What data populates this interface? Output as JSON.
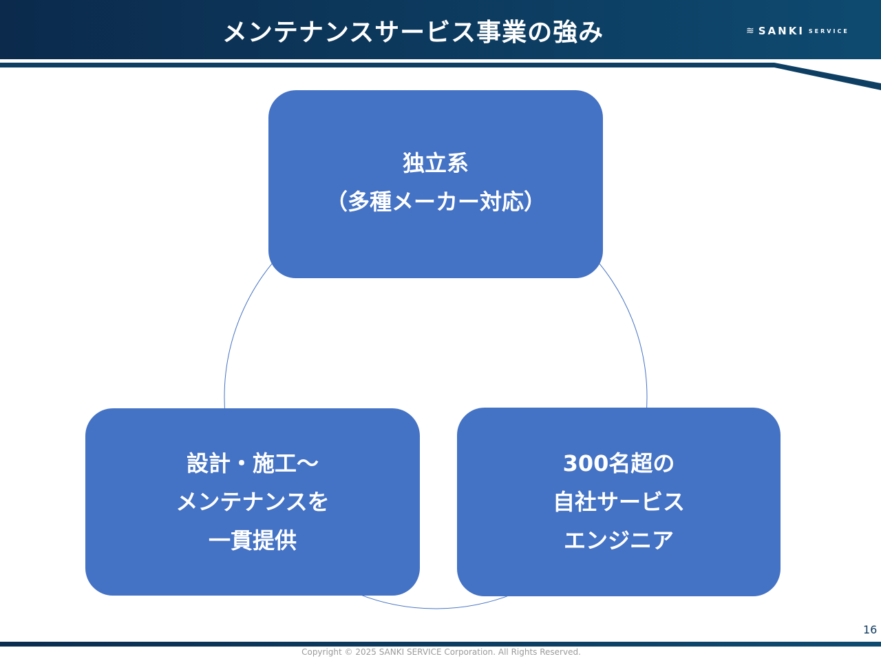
{
  "header": {
    "title": "メンテナンスサービス事業の強み",
    "logo_main": "SANKI",
    "logo_sub": "SERVICE"
  },
  "boxes": [
    {
      "lines": [
        "独立系",
        "（多種メーカー対応）"
      ]
    },
    {
      "lines": [
        "設計・施工～",
        "メンテナンスを",
        "一貫提供"
      ]
    },
    {
      "lines": [
        "300名超の",
        "自社サービス",
        "エンジニア"
      ]
    }
  ],
  "footer": {
    "page_number": "16",
    "copyright": "Copyright © 2025 SANKI SERVICE Corporation. All Rights Reserved."
  },
  "colors": {
    "box": "#4472C4",
    "header": "#0e3a5f"
  }
}
